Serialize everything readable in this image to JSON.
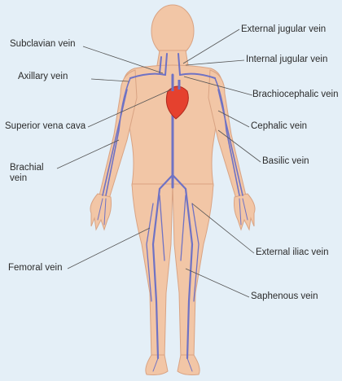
{
  "labels": {
    "subclavian": "Subclavian vein",
    "axillary": "Axillary vein",
    "superior_vena_cava": "Superior vena cava",
    "brachial": "Brachial vein",
    "femoral": "Femoral vein",
    "external_jugular": "External jugular vein",
    "internal_jugular": "Internal jugular vein",
    "brachiocephalic": "Brachiocephalic vein",
    "cephalic": "Cephalic vein",
    "basilic": "Basilic vein",
    "external_iliac": "External iliac vein",
    "saphenous": "Saphenous vein"
  },
  "colors": {
    "background": "#e4eff7",
    "skin": "#f2c6a6",
    "skin_outline": "#d9a383",
    "vein": "#6f72c4",
    "heart": "#e5412e",
    "leader_line": "#555555"
  }
}
